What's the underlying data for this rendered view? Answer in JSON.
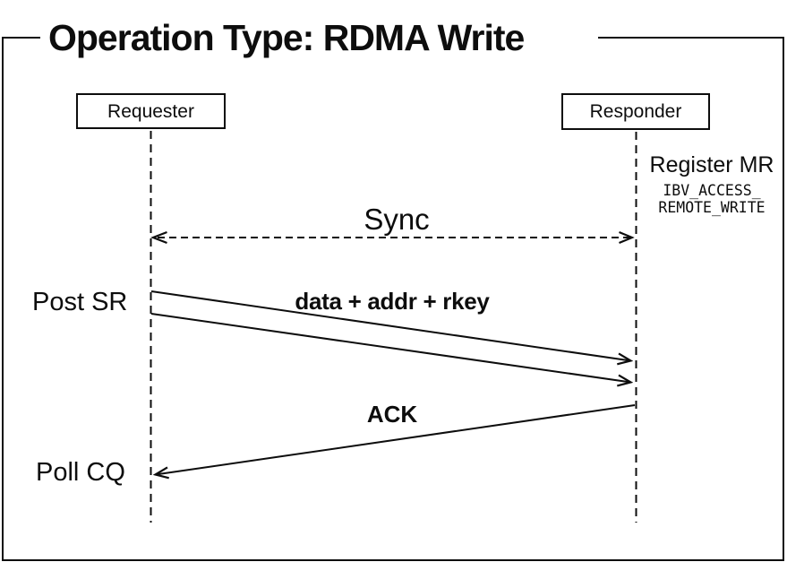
{
  "title": "Operation Type: RDMA Write",
  "actors": {
    "requester": "Requester",
    "responder": "Responder"
  },
  "annotations": {
    "register_mr": "Register MR",
    "mr_access_flag_line1": "IBV_ACCESS_",
    "mr_access_flag_line2": "REMOTE_WRITE"
  },
  "messages": {
    "sync": "Sync",
    "data": "data + addr + rkey",
    "ack": "ACK"
  },
  "events": {
    "post_sr": "Post SR",
    "poll_cq": "Poll CQ"
  },
  "colors": {
    "ink": "#0d0d0d",
    "background": "#ffffff"
  }
}
